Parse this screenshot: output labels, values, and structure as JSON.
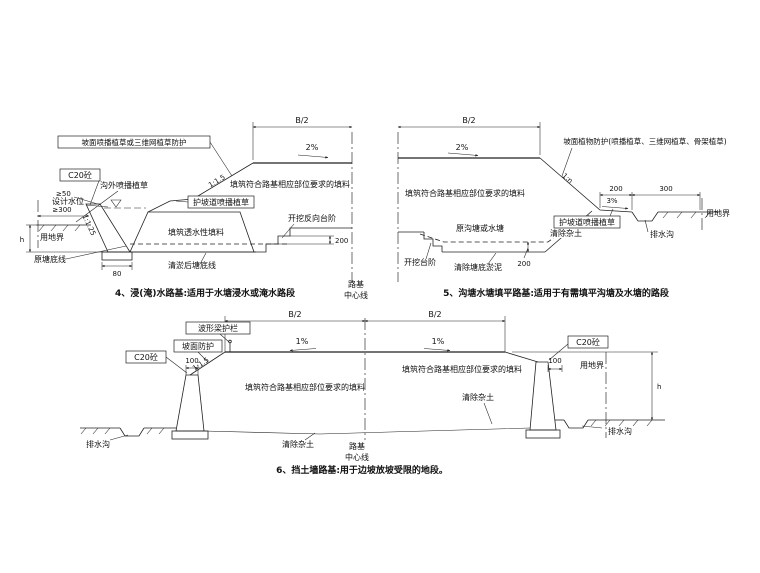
{
  "sheet": {
    "bg": "#ffffff",
    "ink": "#222222"
  },
  "common": {
    "b2": "B/2",
    "roadbed": "路基",
    "centerline": "中心线",
    "h": "h",
    "land_boundary": "用地界",
    "drain_ditch": "排水沟",
    "c20": "C20砼",
    "fill_requirement": "填筑符合路基相应部位要求的填料",
    "clear_soil": "清除杂土",
    "berm_grass": "护坡道喷播植草",
    "grade_2pct": "2%",
    "grade_1pct": "1%",
    "grade_3pct": "3%",
    "slope_1_15": "1:1.5",
    "slope_1_125": "1:1.25",
    "slope_1_n": "1:n",
    "dim_ge50": "≥50",
    "dim_ge300": "≥300",
    "dim_80": "80",
    "dim_100": "100",
    "dim_200": "200",
    "dim_300": "300"
  },
  "d4": {
    "slope_protection": "坡面喷播植草或三维网植草防护",
    "outer_grass": "沟外喷播植草",
    "design_water_level": "设计水位",
    "original_pond_line": "原塘底线",
    "dredged_pond_line": "清淤后塘底线",
    "permeable_fill": "填筑透水性填料",
    "reverse_steps": "开挖反向台阶",
    "caption": "4、浸(淹)水路基:适用于水塘浸水或淹水路段"
  },
  "d5": {
    "slope_protection": "坡面植物防护(喷播植草、三维网植草、骨架植草)",
    "original_pond": "原沟塘或水塘",
    "excavation_steps": "开挖台阶",
    "clear_silt": "清除塘底淤泥",
    "caption": "5、沟塘水塘填平路基:适用于有需填平沟塘及水塘的路段"
  },
  "d6": {
    "guardrail": "波形梁护栏",
    "slope_protection": "坡面防护",
    "caption": "6、挡土墙路基:用于边坡放坡受限的地段。"
  }
}
